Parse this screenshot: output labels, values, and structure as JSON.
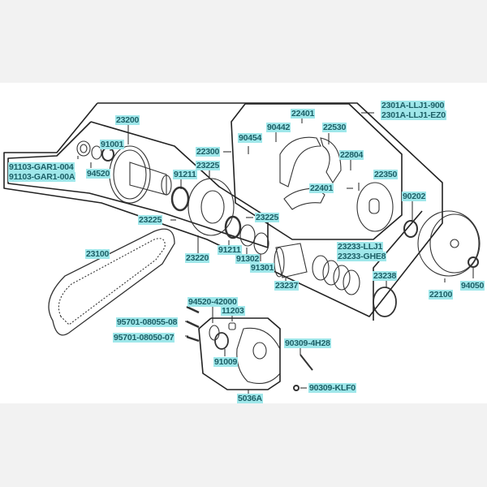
{
  "diagram": {
    "title": "Clutch / Drive Pulley Exploded Parts Diagram",
    "label_color": "#1d5f66",
    "label_highlight": "#9fe7ea",
    "background": "#ffffff",
    "margin_color": "#f2f2f2",
    "parts": [
      {
        "id": "p-2301a-900",
        "text": "2301A-LLJ1-900"
      },
      {
        "id": "p-2301a-ez0",
        "text": "2301A-LLJ1-EZ0"
      },
      {
        "id": "p-23200",
        "text": "23200"
      },
      {
        "id": "p-91001",
        "text": "91001"
      },
      {
        "id": "p-91103-004",
        "text": "91103-GAR1-004"
      },
      {
        "id": "p-91103-00a",
        "text": "91103-GAR1-00A"
      },
      {
        "id": "p-94520",
        "text": "94520"
      },
      {
        "id": "p-22401-top",
        "text": "22401"
      },
      {
        "id": "p-90442",
        "text": "90442"
      },
      {
        "id": "p-22530",
        "text": "22530"
      },
      {
        "id": "p-90454",
        "text": "90454"
      },
      {
        "id": "p-22300",
        "text": "22300"
      },
      {
        "id": "p-23225-top",
        "text": "23225"
      },
      {
        "id": "p-22804",
        "text": "22804"
      },
      {
        "id": "p-22350",
        "text": "22350"
      },
      {
        "id": "p-22401-mid",
        "text": "22401"
      },
      {
        "id": "p-91211-top",
        "text": "91211"
      },
      {
        "id": "p-90202",
        "text": "90202"
      },
      {
        "id": "p-23225-left",
        "text": "23225"
      },
      {
        "id": "p-23225-right",
        "text": "23225"
      },
      {
        "id": "p-23100",
        "text": "23100"
      },
      {
        "id": "p-91211-bot",
        "text": "91211"
      },
      {
        "id": "p-23233-llj1",
        "text": "23233-LLJ1"
      },
      {
        "id": "p-23233-ghe8",
        "text": "23233-GHE8"
      },
      {
        "id": "p-23220",
        "text": "23220"
      },
      {
        "id": "p-91302",
        "text": "91302"
      },
      {
        "id": "p-91301",
        "text": "91301"
      },
      {
        "id": "p-23238",
        "text": "23238"
      },
      {
        "id": "p-23237",
        "text": "23237"
      },
      {
        "id": "p-22100",
        "text": "22100"
      },
      {
        "id": "p-94050",
        "text": "94050"
      },
      {
        "id": "p-94520-42000",
        "text": "94520-42000"
      },
      {
        "id": "p-11203",
        "text": "11203"
      },
      {
        "id": "p-95701-055",
        "text": "95701-08055-08"
      },
      {
        "id": "p-95701-050",
        "text": "95701-08050-07"
      },
      {
        "id": "p-90309-4h28",
        "text": "90309-4H28"
      },
      {
        "id": "p-91009",
        "text": "91009"
      },
      {
        "id": "p-90309-klf0",
        "text": "90309-KLF0"
      },
      {
        "id": "p-5036a",
        "text": "5036A"
      }
    ]
  }
}
